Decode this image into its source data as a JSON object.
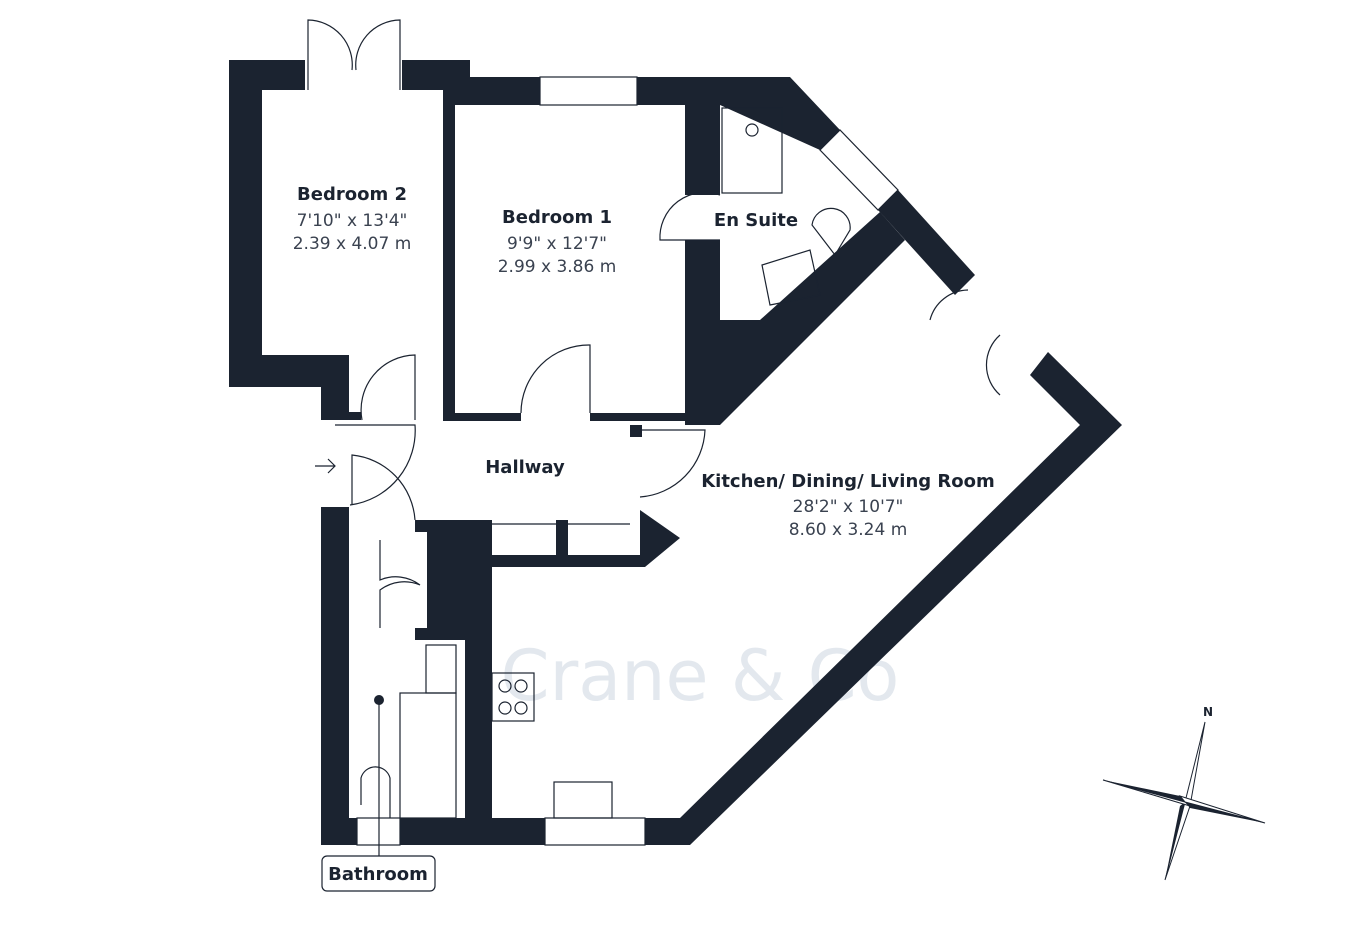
{
  "watermark": "Crane & Co",
  "rooms": {
    "bedroom2": {
      "name": "Bedroom 2",
      "imperial": "7'10\" x 13'4\"",
      "metric": "2.39 x 4.07 m"
    },
    "bedroom1": {
      "name": "Bedroom 1",
      "imperial": "9'9\" x 12'7\"",
      "metric": "2.99 x 3.86 m"
    },
    "ensuite": {
      "name": "En Suite"
    },
    "hallway": {
      "name": "Hallway"
    },
    "kitchen": {
      "name": "Kitchen/ Dining/ Living Room",
      "imperial": "28'2\" x 10'7\"",
      "metric": "8.60 x 3.24 m"
    },
    "bathroom": {
      "name": "Bathroom"
    }
  },
  "compass": {
    "north_label": "N"
  },
  "colors": {
    "wall": "#1b2330",
    "watermark": "#e3e8ee"
  }
}
